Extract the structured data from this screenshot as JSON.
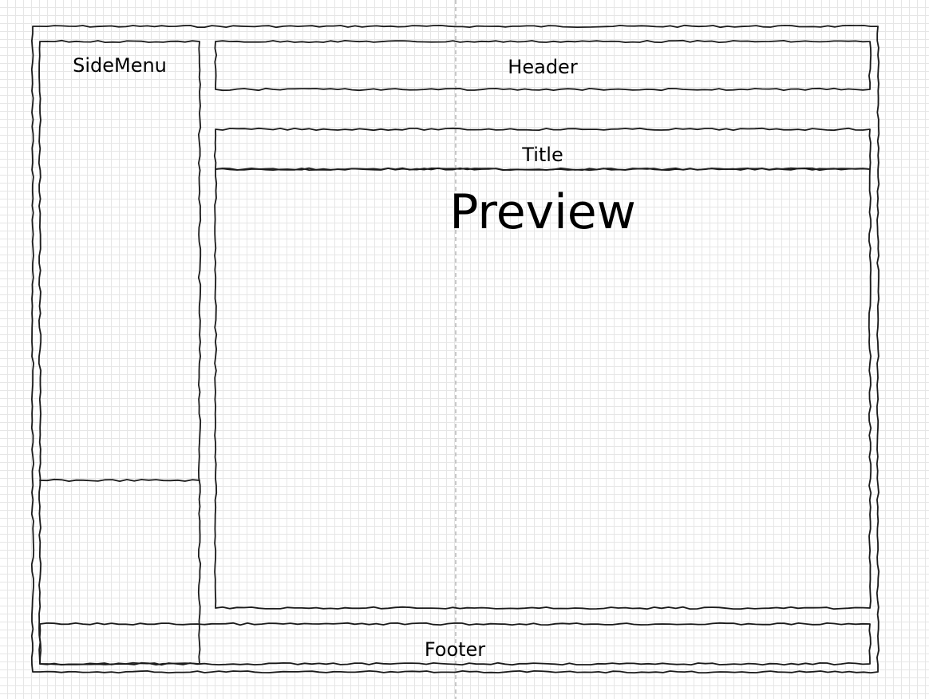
{
  "labels": {
    "side_menu": "SideMenu",
    "header": "Header",
    "title": "Title",
    "preview": "Preview",
    "footer": "Footer"
  },
  "style": {
    "stroke_color": "#1a1a1a",
    "grid_color": "#e6e6e6",
    "guide_color": "#b5b5b5"
  }
}
